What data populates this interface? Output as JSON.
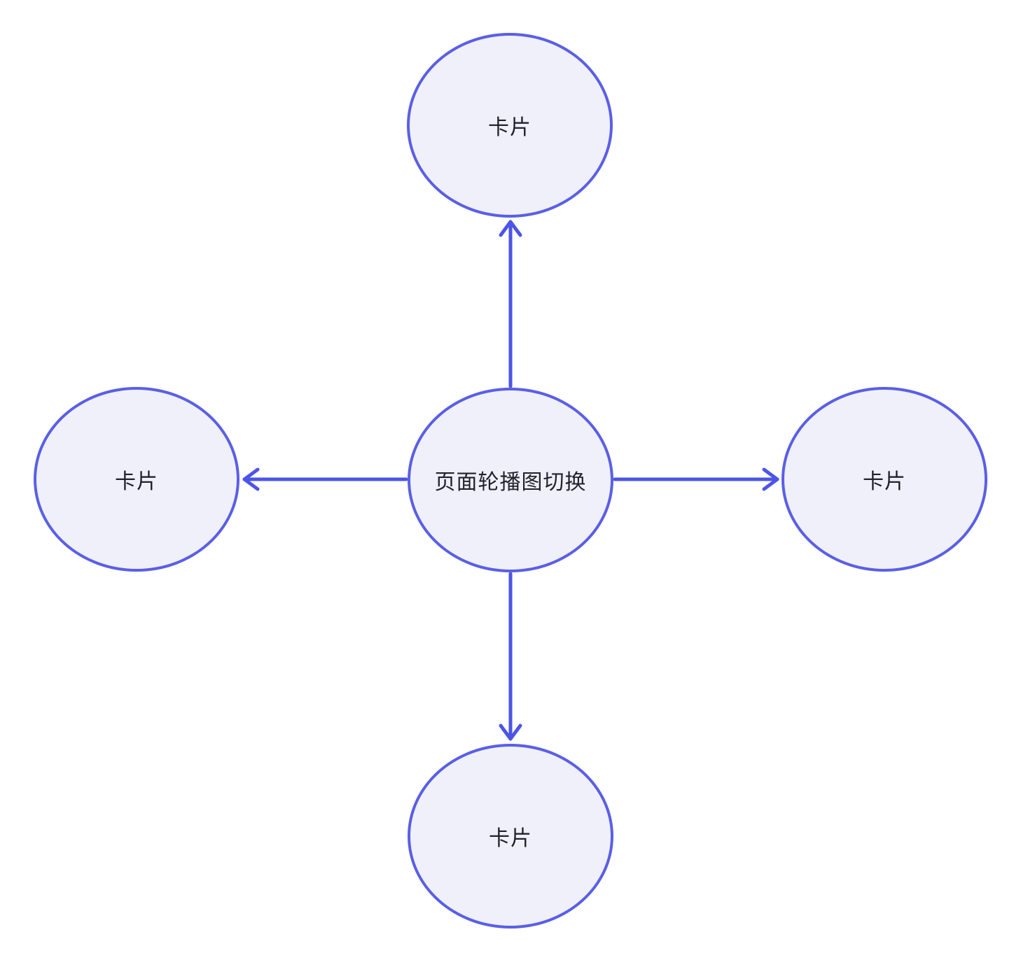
{
  "diagram": {
    "center_node": {
      "label": "页面轮播图切换"
    },
    "nodes": [
      {
        "id": "top",
        "label": "卡片"
      },
      {
        "id": "left",
        "label": "卡片"
      },
      {
        "id": "right",
        "label": "卡片"
      },
      {
        "id": "bottom",
        "label": "卡片"
      }
    ],
    "edges": [
      {
        "from": "center",
        "to": "top"
      },
      {
        "from": "center",
        "to": "left"
      },
      {
        "from": "center",
        "to": "right"
      },
      {
        "from": "center",
        "to": "bottom"
      }
    ]
  },
  "colors": {
    "node_border": "#5a5fe6",
    "node_fill": "#f0f0fb",
    "arrow": "#4c55e6",
    "text": "#1f2329",
    "background": "#ffffff"
  }
}
